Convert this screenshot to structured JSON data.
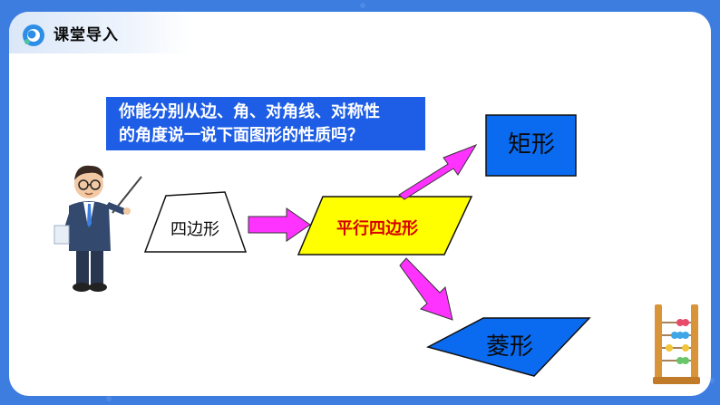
{
  "header": {
    "title": "课堂导入",
    "icon": "logo-icon"
  },
  "question": {
    "line1": "你能分别从边、角、对角线、对称性",
    "line2": "的角度说一说下面图形的性质吗？"
  },
  "shapes": {
    "quadrilateral": "四边形",
    "parallelogram": "平行四边形",
    "rectangle": "矩形",
    "rhombus": "菱形"
  },
  "colors": {
    "background": "#3d7de0",
    "question_box": "#1e5ee6",
    "shape_fill_blue": "#0b6bf0",
    "parallelogram_fill": "#ffff00",
    "arrow_fill": "#ff33ff",
    "parallelogram_text": "#d60000"
  },
  "decorations": {
    "teacher": "teacher-pointing-illustration",
    "abacus": "abacus-icon"
  }
}
